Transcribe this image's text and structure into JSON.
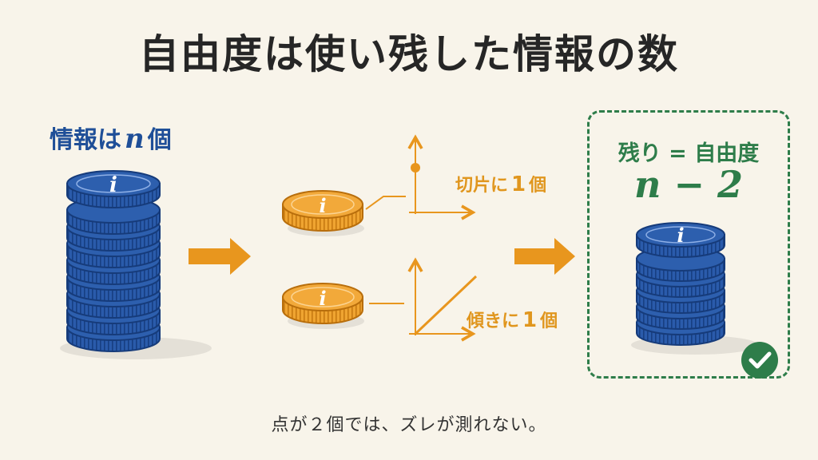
{
  "title": "自由度は使い残した情報の数",
  "info_label": {
    "prefix": "情報は",
    "n": "n",
    "suffix": "個"
  },
  "coin_symbol": "i",
  "intercept_caption": {
    "text": "切片に",
    "num": "1",
    "unit": "個"
  },
  "slope_caption": {
    "text": "傾きに",
    "num": "1",
    "unit": "個"
  },
  "remaining": {
    "label": "残り = 自由度",
    "formula": "n − 2"
  },
  "footnote": "点が２個では、ズレが測れない。",
  "icons": [
    "arrow-right-icon",
    "check-circle-icon",
    "info-coin-icon"
  ],
  "colors": {
    "blue": "#1f4f98",
    "orange": "#e8961e",
    "green": "#2e7d4a",
    "background": "#f8f4ea"
  }
}
